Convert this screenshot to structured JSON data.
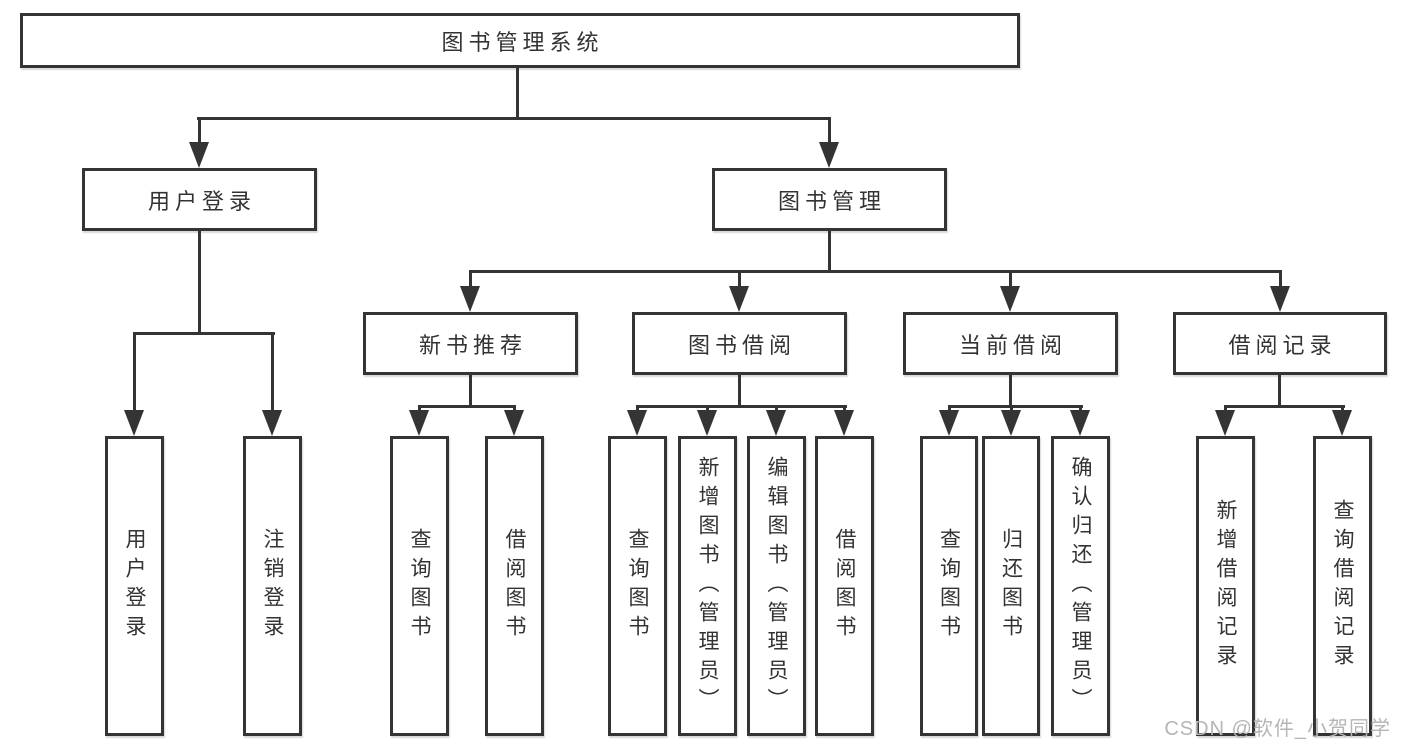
{
  "tree": {
    "root": {
      "label": "图书管理系统",
      "children": [
        {
          "label": "用户登录",
          "children": [
            {
              "label": "用户登录"
            },
            {
              "label": "注销登录"
            }
          ]
        },
        {
          "label": "图书管理",
          "children": [
            {
              "label": "新书推荐",
              "children": [
                {
                  "label": "查询图书"
                },
                {
                  "label": "借阅图书"
                }
              ]
            },
            {
              "label": "图书借阅",
              "children": [
                {
                  "label": "查询图书"
                },
                {
                  "label": "新增图书（管理员）"
                },
                {
                  "label": "编辑图书（管理员）"
                },
                {
                  "label": "借阅图书"
                }
              ]
            },
            {
              "label": "当前借阅",
              "children": [
                {
                  "label": "查询图书"
                },
                {
                  "label": "归还图书"
                },
                {
                  "label": "确认归还（管理员）"
                }
              ]
            },
            {
              "label": "借阅记录",
              "children": [
                {
                  "label": "新增借阅记录"
                },
                {
                  "label": "查询借阅记录"
                }
              ]
            }
          ]
        }
      ]
    }
  },
  "watermark": {
    "text": "CSDN @软件_小贺同学",
    "color": "#b5b5b5"
  },
  "colors": {
    "line": "#343434",
    "box_border": "#343434",
    "text": "#333333",
    "background": "#ffffff"
  }
}
